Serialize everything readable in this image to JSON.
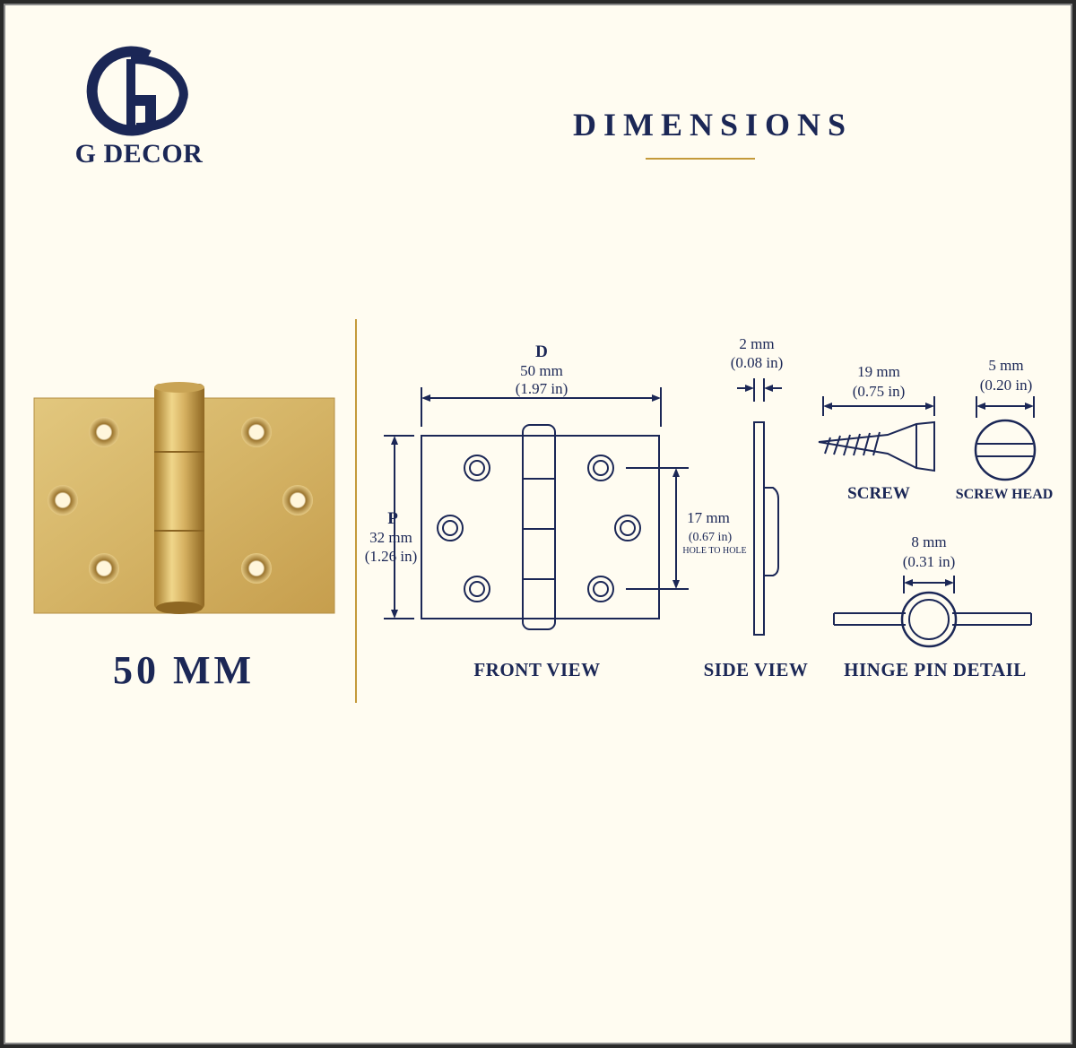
{
  "brand": {
    "name": "G DECOR",
    "logo_letters": "GD"
  },
  "heading": "DIMENSIONS",
  "product": {
    "size_label": "50 MM"
  },
  "colors": {
    "navy": "#1b2756",
    "gold": "#c49a3a",
    "brass": "#d4b264",
    "background": "#fffcf1"
  },
  "diagram": {
    "front_view": {
      "label": "FRONT VIEW",
      "width_letter": "D",
      "width_mm": "50 mm",
      "width_in": "(1.97 in)",
      "height_letter": "P",
      "height_mm": "32 mm",
      "height_in": "(1.26 in)",
      "hole_mm": "17 mm",
      "hole_in": "(0.67 in)",
      "hole_note": "HOLE TO HOLE"
    },
    "side_view": {
      "label": "SIDE VIEW",
      "thickness_mm": "2 mm",
      "thickness_in": "(0.08 in)"
    },
    "screw": {
      "label": "SCREW",
      "length_mm": "19 mm",
      "length_in": "(0.75 in)"
    },
    "screw_head": {
      "label": "SCREW HEAD",
      "diameter_mm": "5 mm",
      "diameter_in": "(0.20 in)"
    },
    "hinge_pin": {
      "label": "HINGE PIN DETAIL",
      "diameter_mm": "8 mm",
      "diameter_in": "(0.31 in)"
    }
  }
}
